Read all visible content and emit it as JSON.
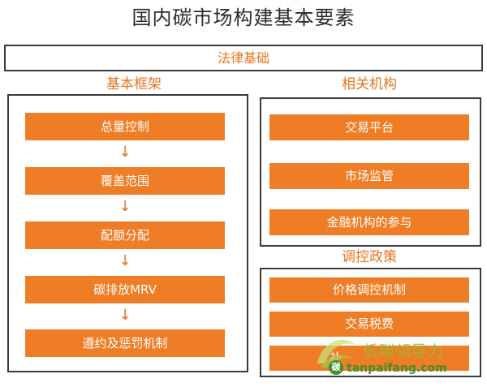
{
  "title": "国内碳市场构建基本要素",
  "legal_basis": "法律基础",
  "basic_framework": {
    "heading": "基本框架",
    "steps": [
      "总量控制",
      "覆盖范围",
      "配额分配",
      "碳排放MRV",
      "遵约及惩罚机制"
    ],
    "arrow": "↓"
  },
  "related_institutions": {
    "heading": "相关机构",
    "items": [
      "交易平台",
      "市场监管",
      "金融机构的参与"
    ]
  },
  "policy_control": {
    "heading": "调控政策",
    "items": [
      "价格调控机制",
      "交易税费",
      "补"
    ]
  },
  "watermark": {
    "brand_cn": "低碳领导力",
    "url": "tanpaifang.com",
    "logo_letter": "碳"
  },
  "colors": {
    "accent": "#ee7d25",
    "heading_text": "#e8731f",
    "border": "#3a3a3a"
  }
}
